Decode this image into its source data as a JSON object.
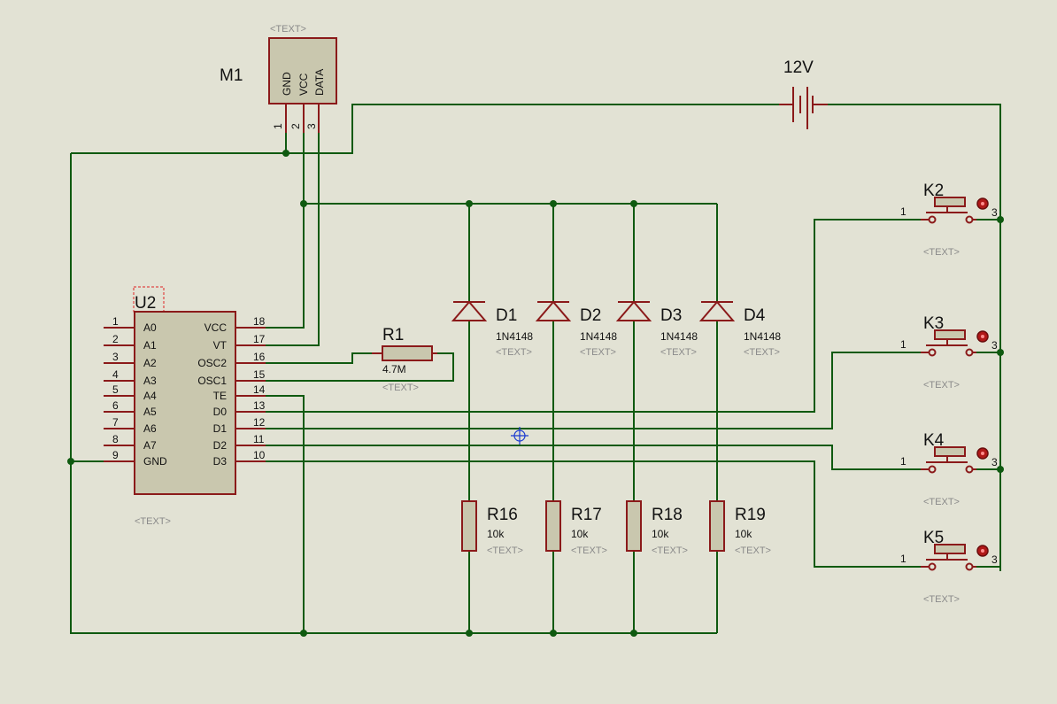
{
  "placeholder": "<TEXT>",
  "m1": {
    "ref": "M1",
    "pins": [
      "GND",
      "VCC",
      "DATA"
    ],
    "nums": [
      "1",
      "2",
      "3"
    ]
  },
  "battery": {
    "label": "12V"
  },
  "u2": {
    "ref": "U2",
    "left_pins": [
      {
        "num": "1",
        "name": "A0"
      },
      {
        "num": "2",
        "name": "A1"
      },
      {
        "num": "3",
        "name": "A2"
      },
      {
        "num": "4",
        "name": "A3"
      },
      {
        "num": "5",
        "name": "A4"
      },
      {
        "num": "6",
        "name": "A5"
      },
      {
        "num": "7",
        "name": "A6"
      },
      {
        "num": "8",
        "name": "A7"
      },
      {
        "num": "9",
        "name": "GND"
      }
    ],
    "right_pins": [
      {
        "num": "18",
        "name": "VCC"
      },
      {
        "num": "17",
        "name": "VT"
      },
      {
        "num": "16",
        "name": "OSC2"
      },
      {
        "num": "15",
        "name": "OSC1"
      },
      {
        "num": "14",
        "name": "TE"
      },
      {
        "num": "13",
        "name": "D0"
      },
      {
        "num": "12",
        "name": "D1"
      },
      {
        "num": "11",
        "name": "D2"
      },
      {
        "num": "10",
        "name": "D3"
      }
    ]
  },
  "r1": {
    "ref": "R1",
    "value": "4.7M"
  },
  "diodes": [
    {
      "ref": "D1",
      "value": "1N4148"
    },
    {
      "ref": "D2",
      "value": "1N4148"
    },
    {
      "ref": "D3",
      "value": "1N4148"
    },
    {
      "ref": "D4",
      "value": "1N4148"
    }
  ],
  "resistors": [
    {
      "ref": "R16",
      "value": "10k"
    },
    {
      "ref": "R17",
      "value": "10k"
    },
    {
      "ref": "R18",
      "value": "10k"
    },
    {
      "ref": "R19",
      "value": "10k"
    }
  ],
  "switches": [
    {
      "ref": "K2",
      "pin1": "1",
      "pin3": "3"
    },
    {
      "ref": "K3",
      "pin1": "1",
      "pin3": "3"
    },
    {
      "ref": "K4",
      "pin1": "1",
      "pin3": "3"
    },
    {
      "ref": "K5",
      "pin1": "1",
      "pin3": "3"
    }
  ],
  "colors": {
    "wire": "#0f5a10",
    "component": "#8b1a1a",
    "body_fill": "#c9c7ae",
    "background": "#e2e2d4"
  }
}
